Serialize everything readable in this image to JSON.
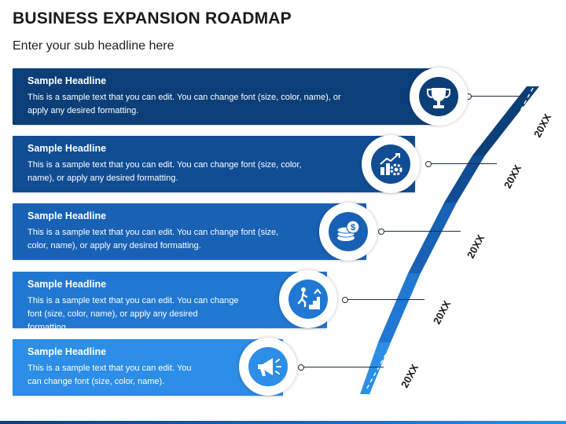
{
  "title": "BUSINESS EXPANSION ROADMAP",
  "subtitle": "Enter your sub headline here",
  "colors": {
    "stage1": "#0c3f78",
    "stage2": "#104d93",
    "stage3": "#1861b4",
    "stage4": "#2178d2",
    "stage5": "#2c8ee6"
  },
  "items": [
    {
      "headline": "Sample Headline",
      "text": "This is a sample text that you can edit. You can change font (size, color, name), or apply any desired formatting.",
      "year": "20XX",
      "icon": "trophy-icon"
    },
    {
      "headline": "Sample Headline",
      "text": "This is a sample text that you can edit. You can change font (size, color, name), or apply any desired formatting.",
      "year": "20XX",
      "icon": "growth-chart-gear-icon"
    },
    {
      "headline": "Sample Headline",
      "text": "This is a sample text that you can edit. You can change font (size, color, name), or apply any desired formatting.",
      "year": "20XX",
      "icon": "coins-icon"
    },
    {
      "headline": "Sample Headline",
      "text": "This is a sample text that you can edit. You can change font (size, color, name), or apply any desired formatting.",
      "year": "20XX",
      "icon": "climbing-stairs-icon"
    },
    {
      "headline": "Sample Headline",
      "text": "This is a sample text that you can edit. You can change font (size, color, name).",
      "year": "20XX",
      "icon": "megaphone-icon"
    }
  ]
}
